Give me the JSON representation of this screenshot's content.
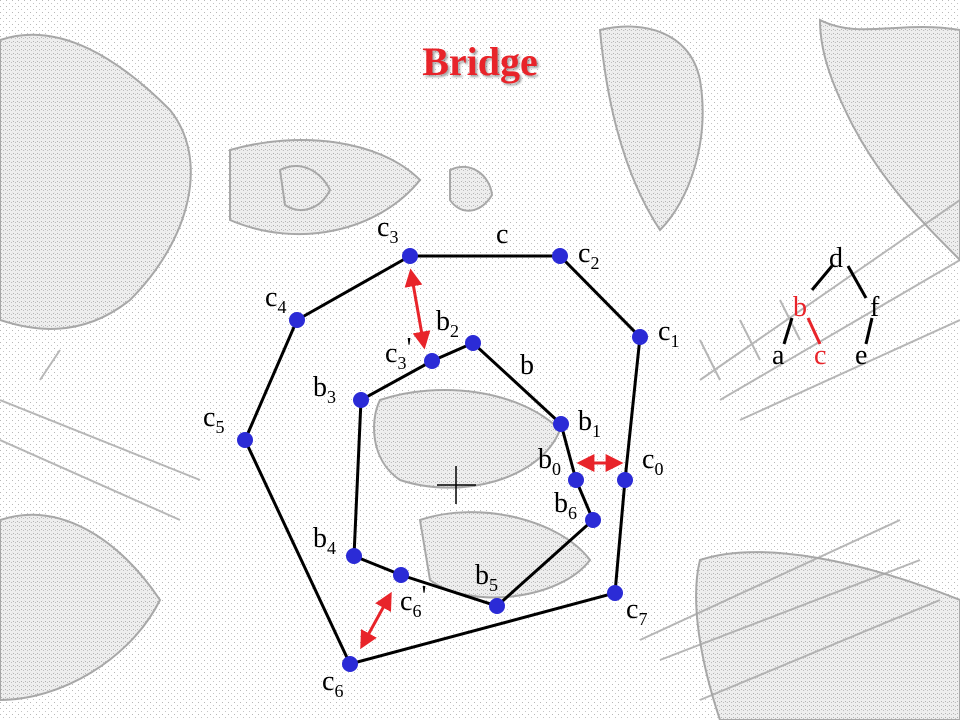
{
  "title": "Bridge",
  "colors": {
    "title": "#e8242a",
    "vertex": "#2b2bd6",
    "edge": "#000000",
    "bridge": "#e8242a",
    "label": "#000000",
    "tree_highlight": "#e8242a"
  },
  "polygons": {
    "outer": {
      "name": "c",
      "vertices": [
        {
          "base": "c",
          "sub": "0",
          "prime": ""
        },
        {
          "base": "c",
          "sub": "1",
          "prime": ""
        },
        {
          "base": "c",
          "sub": "2",
          "prime": ""
        },
        {
          "base": "c",
          "sub": "3",
          "prime": ""
        },
        {
          "base": "c",
          "sub": "4",
          "prime": ""
        },
        {
          "base": "c",
          "sub": "5",
          "prime": ""
        },
        {
          "base": "c",
          "sub": "6",
          "prime": ""
        },
        {
          "base": "c",
          "sub": "7",
          "prime": ""
        }
      ]
    },
    "inner": {
      "name": "b",
      "vertices": [
        {
          "base": "b",
          "sub": "0",
          "prime": ""
        },
        {
          "base": "b",
          "sub": "1",
          "prime": ""
        },
        {
          "base": "b",
          "sub": "2",
          "prime": ""
        },
        {
          "base": "b",
          "sub": "3",
          "prime": ""
        },
        {
          "base": "b",
          "sub": "4",
          "prime": ""
        },
        {
          "base": "b",
          "sub": "5",
          "prime": ""
        },
        {
          "base": "b",
          "sub": "6",
          "prime": ""
        }
      ]
    },
    "projections": [
      {
        "base": "c",
        "sub": "3",
        "prime": "'"
      },
      {
        "base": "c",
        "sub": "6",
        "prime": "'"
      }
    ]
  },
  "bridges": [
    {
      "from": "b0",
      "to": "c0"
    },
    {
      "from": "c3",
      "to": "c3'"
    },
    {
      "from": "c6",
      "to": "c6'"
    }
  ],
  "tree": {
    "nodes": [
      "d",
      "b",
      "f",
      "a",
      "c",
      "e"
    ],
    "highlighted": [
      "b",
      "c"
    ]
  }
}
